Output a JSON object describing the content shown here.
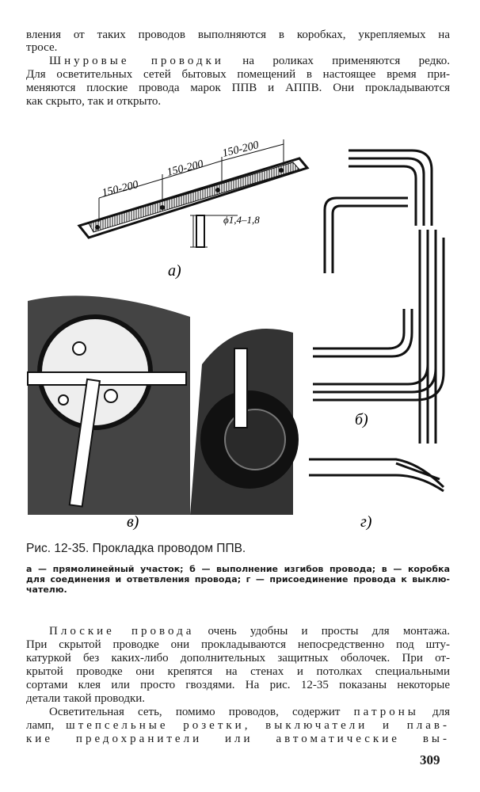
{
  "top_paragraphs": [
    [
      {
        "t": "вления от таких проводов выполняются в коробках, укрепляемых на"
      }
    ],
    [
      {
        "t": "тросе."
      }
    ],
    [
      {
        "t": "Шнуровые проводки",
        "s": true
      },
      {
        "t": " на роликах применяются редко."
      }
    ],
    [
      {
        "t": "Для осветительных сетей бытовых помещений в настоящее время при-"
      }
    ],
    [
      {
        "t": "меняются плоские провода марок ППВ и АППВ. Они прокладываются"
      }
    ],
    [
      {
        "t": "как скрыто, так и открыто."
      }
    ]
  ],
  "figure": {
    "dims": [
      "150-200",
      "150-200",
      "150-200"
    ],
    "diameter": "ϕ1,4–1,8",
    "labels": {
      "a": "а)",
      "b": "б)",
      "v": "в)",
      "g": "г)"
    }
  },
  "caption": {
    "title": "Рис. 12-35. Прокладка проводом ППВ.",
    "lines": [
      "а — прямолинейный участок; б — выполнение изгибов провода; в — коробка",
      "для соединения и ответвления провода; г — присоединение провода к выклю-",
      "чателю."
    ]
  },
  "bottom_paragraphs": [
    [
      {
        "t": "Плоские провода",
        "s": true
      },
      {
        "t": " очень удобны и просты для монтажа."
      }
    ],
    [
      {
        "t": "При скрытой проводке они прокладываются непосредственно под шту-"
      }
    ],
    [
      {
        "t": "катуркой без каких-либо дополнительных защитных оболочек. При от-"
      }
    ],
    [
      {
        "t": "крытой проводке они крепятся на стенах и потолках специальными"
      }
    ],
    [
      {
        "t": "сортами клея или просто гвоздями. На рис. 12-35 показаны некоторые"
      }
    ],
    [
      {
        "t": "детали такой проводки."
      }
    ],
    [
      {
        "t": "Осветительная сеть, помимо проводов, содержит "
      },
      {
        "t": "патроны",
        "s": true
      },
      {
        "t": " для"
      }
    ],
    [
      {
        "t": "ламп, ",
        "s": false
      },
      {
        "t": "штепсельные розетки, выключатели и плав-",
        "s": true
      }
    ],
    [
      {
        "t": "кие предохранители или автоматические вы-",
        "s": true
      }
    ]
  ],
  "page_number": "309"
}
